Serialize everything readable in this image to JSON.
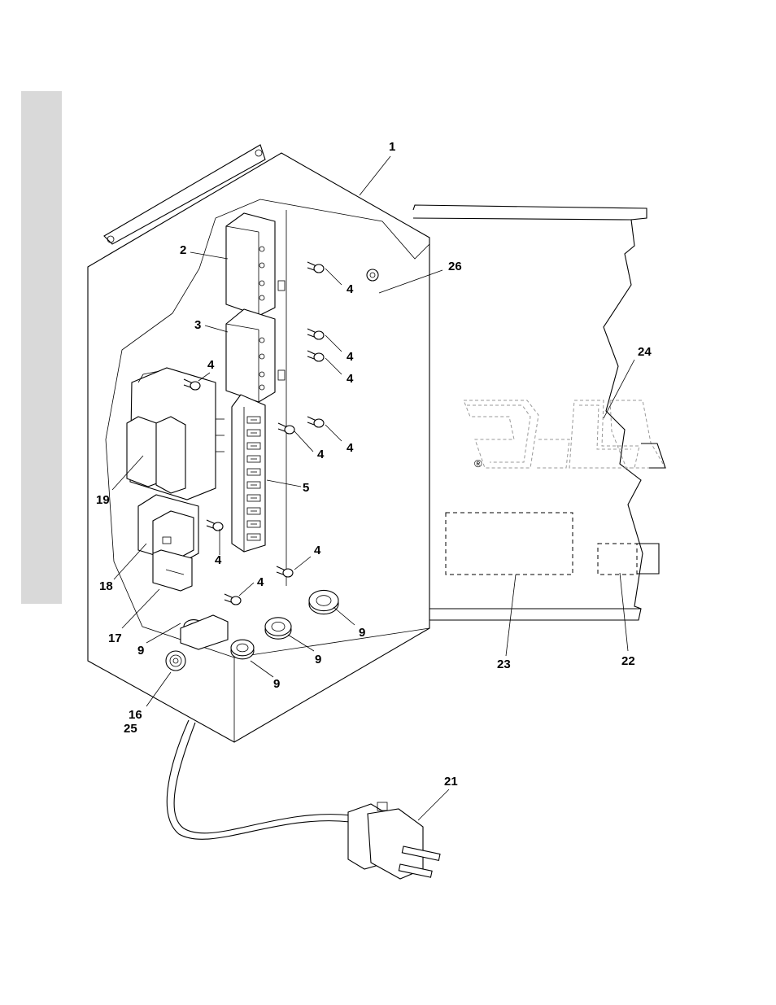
{
  "callouts": {
    "c1": "1",
    "c2": "2",
    "c3": "3",
    "c4a": "4",
    "c4b": "4",
    "c4c": "4",
    "c4d": "4",
    "c4e": "4",
    "c4f": "4",
    "c4g": "4",
    "c4h": "4",
    "c4i": "4",
    "c5": "5",
    "c9a": "9",
    "c9b": "9",
    "c9c": "9",
    "c9d": "9",
    "c16": "16",
    "c25": "25",
    "c17": "17",
    "c18": "18",
    "c19": "19",
    "c21": "21",
    "c22": "22",
    "c23": "23",
    "c24": "24",
    "c26": "26"
  },
  "registered_mark": "®",
  "colors": {
    "line": "#000000",
    "side_tab": "#d9d9d9",
    "ghost_logo": "#999999"
  }
}
